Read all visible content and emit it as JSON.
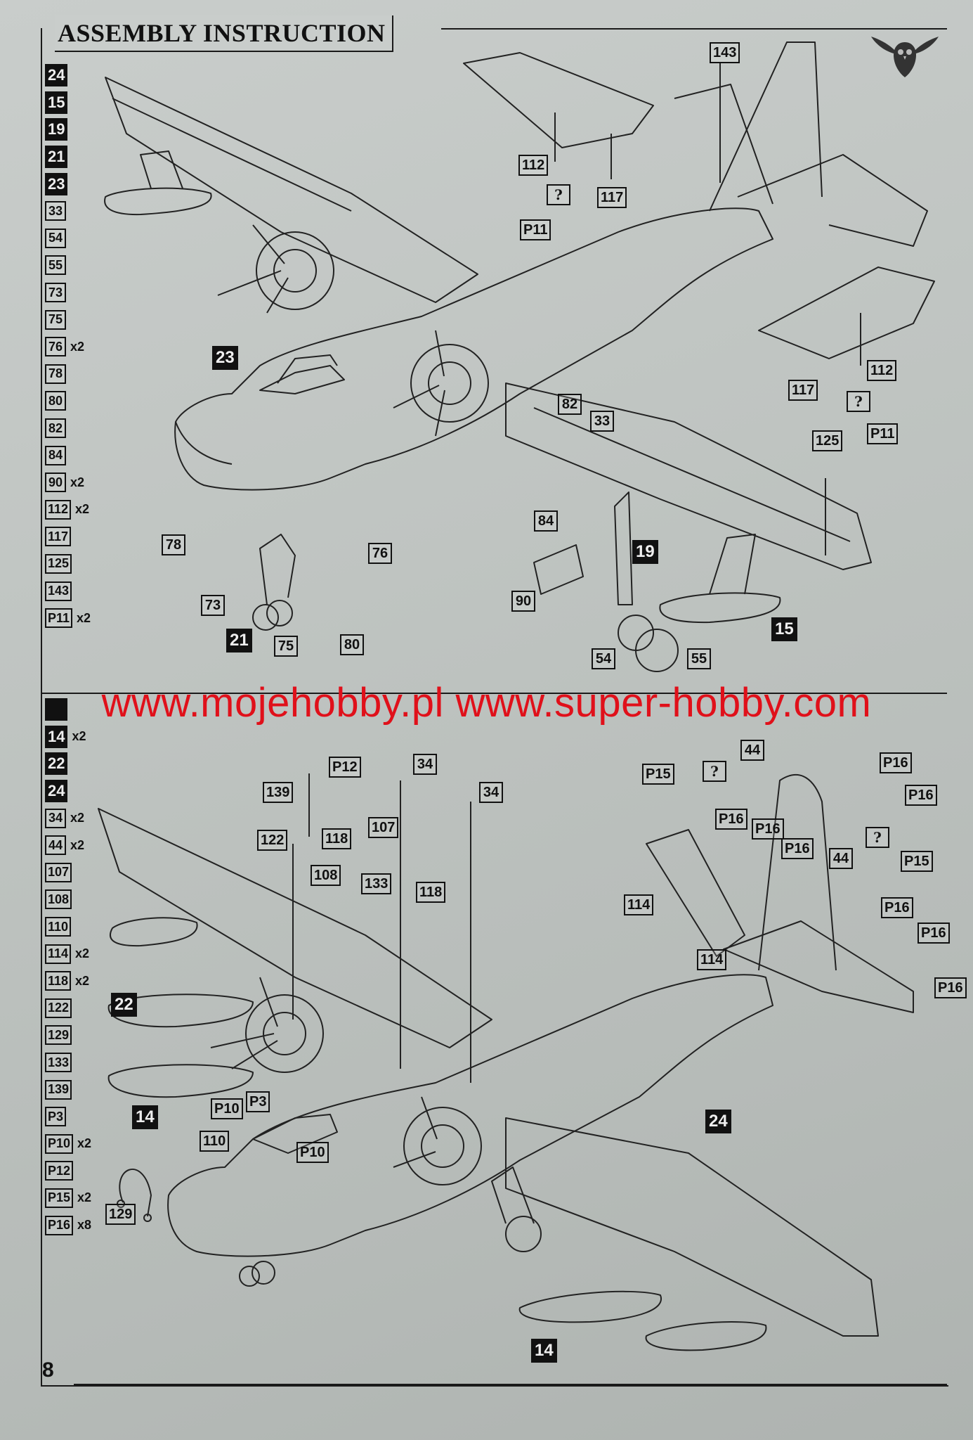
{
  "header": {
    "title": "ASSEMBLY INSTRUCTION",
    "page_number": "8"
  },
  "watermark": "www.mojehobby.pl www.super-hobby.com",
  "steps": [
    {
      "step": "24",
      "parts_list": [
        {
          "label": "24",
          "dark": true,
          "mult": ""
        },
        {
          "label": "15",
          "dark": true,
          "mult": ""
        },
        {
          "label": "19",
          "dark": true,
          "mult": ""
        },
        {
          "label": "21",
          "dark": true,
          "mult": ""
        },
        {
          "label": "23",
          "dark": true,
          "mult": ""
        },
        {
          "label": "33",
          "dark": false,
          "mult": ""
        },
        {
          "label": "54",
          "dark": false,
          "mult": ""
        },
        {
          "label": "55",
          "dark": false,
          "mult": ""
        },
        {
          "label": "73",
          "dark": false,
          "mult": ""
        },
        {
          "label": "75",
          "dark": false,
          "mult": ""
        },
        {
          "label": "76",
          "dark": false,
          "mult": "x2"
        },
        {
          "label": "78",
          "dark": false,
          "mult": ""
        },
        {
          "label": "80",
          "dark": false,
          "mult": ""
        },
        {
          "label": "82",
          "dark": false,
          "mult": ""
        },
        {
          "label": "84",
          "dark": false,
          "mult": ""
        },
        {
          "label": "90",
          "dark": false,
          "mult": "x2"
        },
        {
          "label": "112",
          "dark": false,
          "mult": "x2"
        },
        {
          "label": "117",
          "dark": false,
          "mult": ""
        },
        {
          "label": "125",
          "dark": false,
          "mult": ""
        },
        {
          "label": "143",
          "dark": false,
          "mult": ""
        },
        {
          "label": "P11",
          "dark": false,
          "mult": "x2"
        }
      ],
      "callouts": [
        {
          "label": "143",
          "dark": false
        },
        {
          "label": "112",
          "dark": false
        },
        {
          "label": "?",
          "dark": false
        },
        {
          "label": "117",
          "dark": false
        },
        {
          "label": "P11",
          "dark": false
        },
        {
          "label": "23",
          "dark": true
        },
        {
          "label": "117",
          "dark": false
        },
        {
          "label": "112",
          "dark": false
        },
        {
          "label": "?",
          "dark": false
        },
        {
          "label": "125",
          "dark": false
        },
        {
          "label": "P11",
          "dark": false
        },
        {
          "label": "82",
          "dark": false
        },
        {
          "label": "33",
          "dark": false
        },
        {
          "label": "84",
          "dark": false
        },
        {
          "label": "19",
          "dark": true
        },
        {
          "label": "90",
          "dark": false
        },
        {
          "label": "78",
          "dark": false
        },
        {
          "label": "76",
          "dark": false
        },
        {
          "label": "73",
          "dark": false
        },
        {
          "label": "21",
          "dark": true
        },
        {
          "label": "75",
          "dark": false
        },
        {
          "label": "80",
          "dark": false
        },
        {
          "label": "54",
          "dark": false
        },
        {
          "label": "55",
          "dark": false
        },
        {
          "label": "15",
          "dark": true
        }
      ]
    },
    {
      "step": "",
      "parts_list": [
        {
          "label": "",
          "dark": true,
          "mult": ""
        },
        {
          "label": "14",
          "dark": true,
          "mult": "x2"
        },
        {
          "label": "22",
          "dark": true,
          "mult": ""
        },
        {
          "label": "24",
          "dark": true,
          "mult": ""
        },
        {
          "label": "34",
          "dark": false,
          "mult": "x2"
        },
        {
          "label": "44",
          "dark": false,
          "mult": "x2"
        },
        {
          "label": "107",
          "dark": false,
          "mult": ""
        },
        {
          "label": "108",
          "dark": false,
          "mult": ""
        },
        {
          "label": "110",
          "dark": false,
          "mult": ""
        },
        {
          "label": "114",
          "dark": false,
          "mult": "x2"
        },
        {
          "label": "118",
          "dark": false,
          "mult": "x2"
        },
        {
          "label": "122",
          "dark": false,
          "mult": ""
        },
        {
          "label": "129",
          "dark": false,
          "mult": ""
        },
        {
          "label": "133",
          "dark": false,
          "mult": ""
        },
        {
          "label": "139",
          "dark": false,
          "mult": ""
        },
        {
          "label": "P3",
          "dark": false,
          "mult": ""
        },
        {
          "label": "P10",
          "dark": false,
          "mult": "x2"
        },
        {
          "label": "P12",
          "dark": false,
          "mult": ""
        },
        {
          "label": "P15",
          "dark": false,
          "mult": "x2"
        },
        {
          "label": "P16",
          "dark": false,
          "mult": "x8"
        }
      ],
      "callouts": [
        {
          "label": "P12",
          "dark": false
        },
        {
          "label": "34",
          "dark": false
        },
        {
          "label": "139",
          "dark": false
        },
        {
          "label": "34",
          "dark": false
        },
        {
          "label": "122",
          "dark": false
        },
        {
          "label": "118",
          "dark": false
        },
        {
          "label": "107",
          "dark": false
        },
        {
          "label": "108",
          "dark": false
        },
        {
          "label": "133",
          "dark": false
        },
        {
          "label": "118",
          "dark": false
        },
        {
          "label": "P15",
          "dark": false
        },
        {
          "label": "?",
          "dark": false
        },
        {
          "label": "44",
          "dark": false
        },
        {
          "label": "P16",
          "dark": false
        },
        {
          "label": "P16",
          "dark": false
        },
        {
          "label": "P16",
          "dark": false
        },
        {
          "label": "P16",
          "dark": false
        },
        {
          "label": "P16",
          "dark": false
        },
        {
          "label": "?",
          "dark": false
        },
        {
          "label": "44",
          "dark": false
        },
        {
          "label": "P15",
          "dark": false
        },
        {
          "label": "114",
          "dark": false
        },
        {
          "label": "114",
          "dark": false
        },
        {
          "label": "P16",
          "dark": false
        },
        {
          "label": "P16",
          "dark": false
        },
        {
          "label": "P16",
          "dark": false
        },
        {
          "label": "22",
          "dark": true
        },
        {
          "label": "14",
          "dark": true
        },
        {
          "label": "P10",
          "dark": false
        },
        {
          "label": "P3",
          "dark": false
        },
        {
          "label": "110",
          "dark": false
        },
        {
          "label": "P10",
          "dark": false
        },
        {
          "label": "24",
          "dark": true
        },
        {
          "label": "129",
          "dark": false
        },
        {
          "label": "14",
          "dark": true
        }
      ]
    }
  ]
}
